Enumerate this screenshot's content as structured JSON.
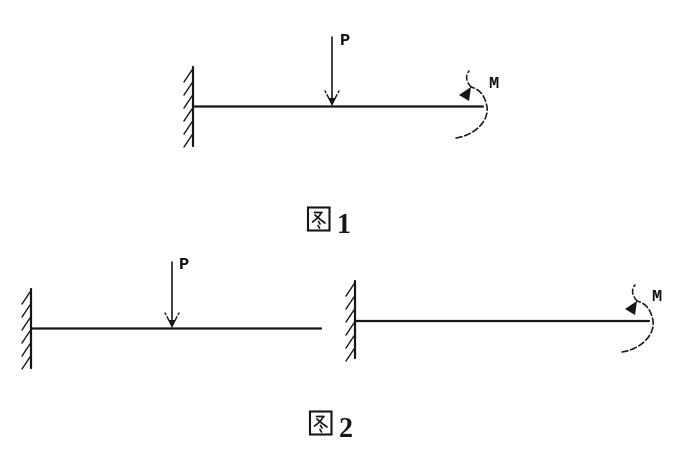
{
  "page": {
    "background_color": "#ffffff",
    "ink_color": "#161616",
    "kind": "structural mechanics sketch: cantilever beams with load P and end moment M"
  },
  "figure1": {
    "caption": "图 1",
    "caption_prefix": "图",
    "caption_number": "1",
    "force_label": "P",
    "moment_label": "M"
  },
  "figure2": {
    "caption": "图 2",
    "caption_prefix": "图",
    "caption_number": "2",
    "force_label": "P",
    "moment_label": "M"
  },
  "symbols": {
    "fixed_support": "hatched-wall-icon",
    "point_load": "down-arrow-icon",
    "moment": "curved-arrow-icon"
  }
}
